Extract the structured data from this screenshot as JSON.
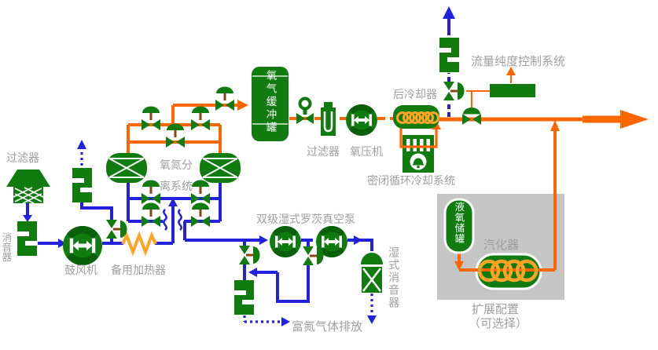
{
  "colors": {
    "green": "#107c10",
    "green_dark": "#0a600a",
    "blue": "#2222dd",
    "orange": "#ff6600",
    "coil": "#ffa428",
    "stem": "#8a4513",
    "label_gray": "#9e9e9e",
    "panel_gray": "#c5c5c5"
  },
  "labels": {
    "inlet_filter": "过滤器",
    "inlet_muffler": "消音器",
    "blower": "鼓风机",
    "backup_heater": "备用加热器",
    "separation_system": "氧氮分离系统",
    "buffer_tank": "氧气缓冲罐",
    "mid_filter": "过滤器",
    "oxygen_compressor": "氧压机",
    "aftercooler": "后冷却器",
    "flow_purity_control": "流量纯度控制系统",
    "closed_cooling": "密闭循环冷却系统",
    "vacuum_pump": "双级湿式罗茨真空泵",
    "wet_muffler": "湿式消音器",
    "n2_discharge": "富氮气体排放",
    "lox_tank": "液氧储罐",
    "vaporizer": "汽化器",
    "expansion": "扩展配置",
    "optional": "（可选择）"
  }
}
